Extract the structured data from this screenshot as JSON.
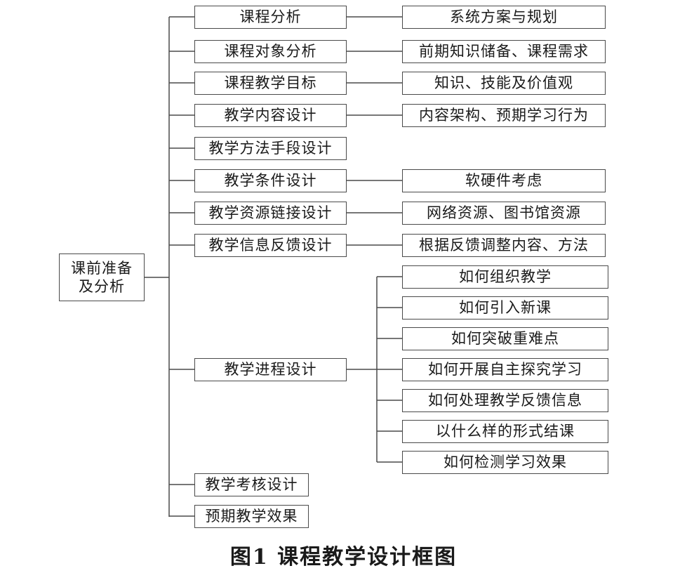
{
  "root": {
    "label": "课前准备及分析"
  },
  "branches": [
    {
      "label": "课程分析",
      "children": [
        "系统方案与规划"
      ]
    },
    {
      "label": "课程对象分析",
      "children": [
        "前期知识储备、课程需求"
      ]
    },
    {
      "label": "课程教学目标",
      "children": [
        "知识、技能及价值观"
      ]
    },
    {
      "label": "教学内容设计",
      "children": [
        "内容架构、预期学习行为"
      ]
    },
    {
      "label": "教学方法手段设计",
      "children": []
    },
    {
      "label": "教学条件设计",
      "children": [
        "软硬件考虑"
      ]
    },
    {
      "label": "教学资源链接设计",
      "children": [
        "网络资源、图书馆资源"
      ]
    },
    {
      "label": "教学信息反馈设计",
      "children": [
        "根据反馈调整内容、方法"
      ]
    },
    {
      "label": "教学进程设计",
      "children": [
        "如何组织教学",
        "如何引入新课",
        "如何突破重难点",
        "如何开展自主探究学习",
        "如何处理教学反馈信息",
        "以什么样的形式结课",
        "如何检测学习效果"
      ]
    },
    {
      "label": "教学考核设计",
      "children": []
    },
    {
      "label": "预期教学效果",
      "children": []
    }
  ],
  "caption": "图1   课程教学设计框图"
}
